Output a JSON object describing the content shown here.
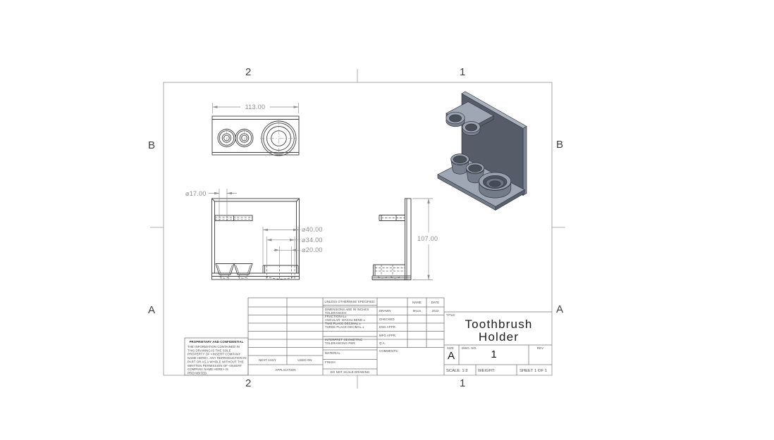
{
  "zones": {
    "top_left": "2",
    "top_right": "1",
    "bottom_left": "2",
    "bottom_right": "1",
    "left_top": "B",
    "left_bottom": "A",
    "right_top": "B",
    "right_bottom": "A"
  },
  "dims": {
    "width": "113.00",
    "hole": "⌀17.00",
    "d40": "⌀40.00",
    "d34": "⌀34.00",
    "d20": "⌀20.00",
    "height": "107.00"
  },
  "notes": {
    "unless": "UNLESS OTHERWISE SPECIFIED:",
    "dims_inches": "DIMENSIONS ARE IN INCHES",
    "tolerances": "TOLERANCES:",
    "fractional": "FRACTIONAL±",
    "angular": "ANGULAR: MACH±   BEND ±",
    "two_place": "TWO PLACE DECIMAL    ±",
    "three_place": "THREE PLACE DECIMAL  ±",
    "interpret": "INTERPRET GEOMETRIC",
    "tolerancing": "TOLERANCING PER:",
    "material": "MATERIAL",
    "finish": "FINISH",
    "do_not_scale": "DO NOT SCALE DRAWING",
    "next_assy": "NEXT ASSY",
    "used_on": "USED ON",
    "application": "APPLICATION"
  },
  "approvals": {
    "name": "NAME",
    "date": "DATE",
    "rows": [
      {
        "label": "DRAWN",
        "name": "Moon",
        "date": "2022"
      },
      {
        "label": "CHECKED",
        "name": "",
        "date": ""
      },
      {
        "label": "ENG APPR.",
        "name": "",
        "date": ""
      },
      {
        "label": "MFG APPR.",
        "name": "",
        "date": ""
      },
      {
        "label": "Q.A.",
        "name": "",
        "date": ""
      },
      {
        "label": "COMMENTS:",
        "name": "",
        "date": ""
      }
    ]
  },
  "titleblock": {
    "title_label": "TITLE:",
    "title_line1": "Toothbrush",
    "title_line2": "Holder",
    "size_label": "SIZE",
    "size": "A",
    "dwg_no_label": "DWG. NO.",
    "dwg_no": "1",
    "rev_label": "REV",
    "scale": "SCALE: 1:2",
    "weight": "WEIGHT:",
    "sheet": "SHEET 1 OF 1"
  },
  "proprietary": {
    "title": "PROPRIETARY AND CONFIDENTIAL",
    "body": "THE INFORMATION CONTAINED IN THIS DRAWING IS THE SOLE PROPERTY OF <INSERT COMPANY NAME HERE>. ANY REPRODUCTION IN PART OR AS A WHOLE WITHOUT THE WRITTEN PERMISSION OF <INSERT COMPANY NAME HERE> IS PROHIBITED.",
    "colors": {
      "part_face": "#565d69",
      "part_top": "#a0a7b4",
      "part_body": "#78808e",
      "part_hole": "#4a5058"
    }
  }
}
